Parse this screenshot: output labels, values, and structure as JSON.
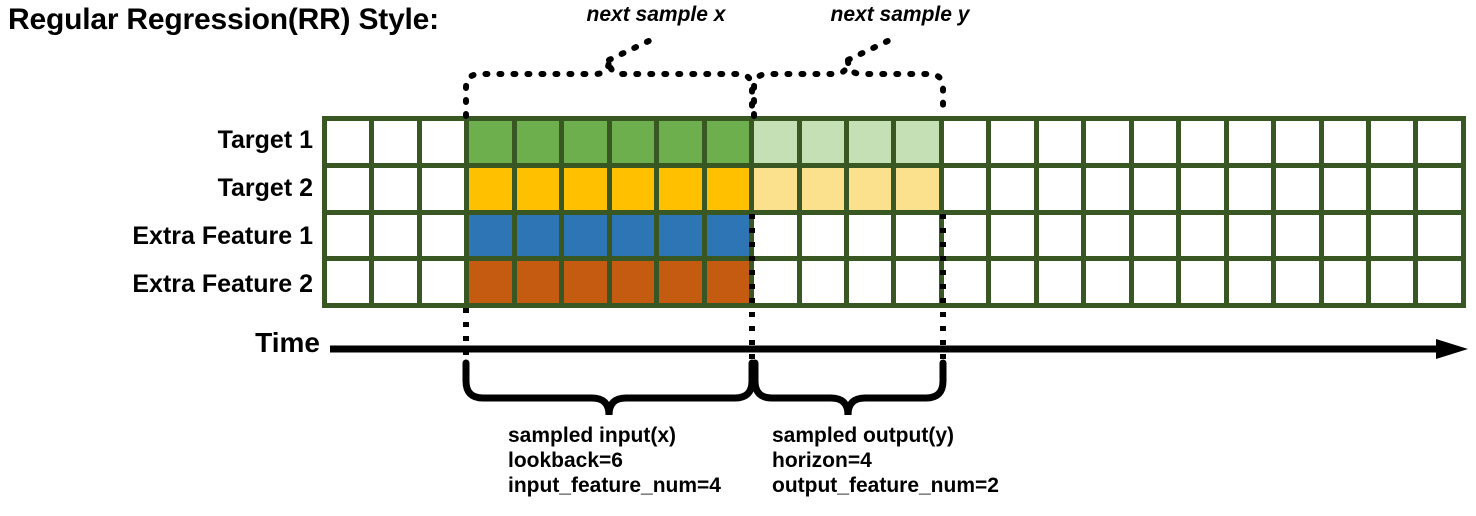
{
  "title": "Regular Regression(RR) Style:",
  "rows": [
    {
      "label": "Target 1",
      "name": "target-1"
    },
    {
      "label": "Target 2",
      "name": "target-2"
    },
    {
      "label": "Extra Feature 1",
      "name": "extra-feature-1"
    },
    {
      "label": "Extra Feature 2",
      "name": "extra-feature-2"
    }
  ],
  "time_axis": {
    "label": "Time"
  },
  "annotations": {
    "next_sample_x": "next sample x",
    "next_sample_y": "next sample y"
  },
  "captions": {
    "input": {
      "line1": "sampled input(x)",
      "line2": "lookback=6",
      "line3": "input_feature_num=4"
    },
    "output": {
      "line1": "sampled output(y)",
      "line2": "horizon=4",
      "line3": "output_feature_num=2"
    }
  },
  "colors": {
    "grid_border": "#385723",
    "empty": "#ffffff",
    "target1_input": "#6CAF4C",
    "target1_output": "#C5E0B4",
    "target2_input": "#FFC000",
    "target2_output": "#FBE08D",
    "feature1_input": "#2E75B6",
    "feature2_input": "#C55A11",
    "axis": "#000000"
  },
  "chart_data": {
    "type": "heatmap",
    "title": "Regular Regression(RR) Style:",
    "total_columns": 24,
    "lookback": 6,
    "horizon": 4,
    "input_feature_num": 4,
    "output_feature_num": 2,
    "input_start_column": 3,
    "input_end_column": 9,
    "output_start_column": 9,
    "output_end_column": 13,
    "row_names": [
      "Target 1",
      "Target 2",
      "Extra Feature 1",
      "Extra Feature 2"
    ],
    "cell_colors": [
      [
        "#ffffff",
        "#ffffff",
        "#ffffff",
        "#6CAF4C",
        "#6CAF4C",
        "#6CAF4C",
        "#6CAF4C",
        "#6CAF4C",
        "#6CAF4C",
        "#C5E0B4",
        "#C5E0B4",
        "#C5E0B4",
        "#C5E0B4",
        "#ffffff",
        "#ffffff",
        "#ffffff",
        "#ffffff",
        "#ffffff",
        "#ffffff",
        "#ffffff",
        "#ffffff",
        "#ffffff",
        "#ffffff",
        "#ffffff"
      ],
      [
        "#ffffff",
        "#ffffff",
        "#ffffff",
        "#FFC000",
        "#FFC000",
        "#FFC000",
        "#FFC000",
        "#FFC000",
        "#FFC000",
        "#FBE08D",
        "#FBE08D",
        "#FBE08D",
        "#FBE08D",
        "#ffffff",
        "#ffffff",
        "#ffffff",
        "#ffffff",
        "#ffffff",
        "#ffffff",
        "#ffffff",
        "#ffffff",
        "#ffffff",
        "#ffffff",
        "#ffffff"
      ],
      [
        "#ffffff",
        "#ffffff",
        "#ffffff",
        "#2E75B6",
        "#2E75B6",
        "#2E75B6",
        "#2E75B6",
        "#2E75B6",
        "#2E75B6",
        "#ffffff",
        "#ffffff",
        "#ffffff",
        "#ffffff",
        "#ffffff",
        "#ffffff",
        "#ffffff",
        "#ffffff",
        "#ffffff",
        "#ffffff",
        "#ffffff",
        "#ffffff",
        "#ffffff",
        "#ffffff",
        "#ffffff"
      ],
      [
        "#ffffff",
        "#ffffff",
        "#ffffff",
        "#C55A11",
        "#C55A11",
        "#C55A11",
        "#C55A11",
        "#C55A11",
        "#C55A11",
        "#ffffff",
        "#ffffff",
        "#ffffff",
        "#ffffff",
        "#ffffff",
        "#ffffff",
        "#ffffff",
        "#ffffff",
        "#ffffff",
        "#ffffff",
        "#ffffff",
        "#ffffff",
        "#ffffff",
        "#ffffff",
        "#ffffff"
      ]
    ]
  }
}
